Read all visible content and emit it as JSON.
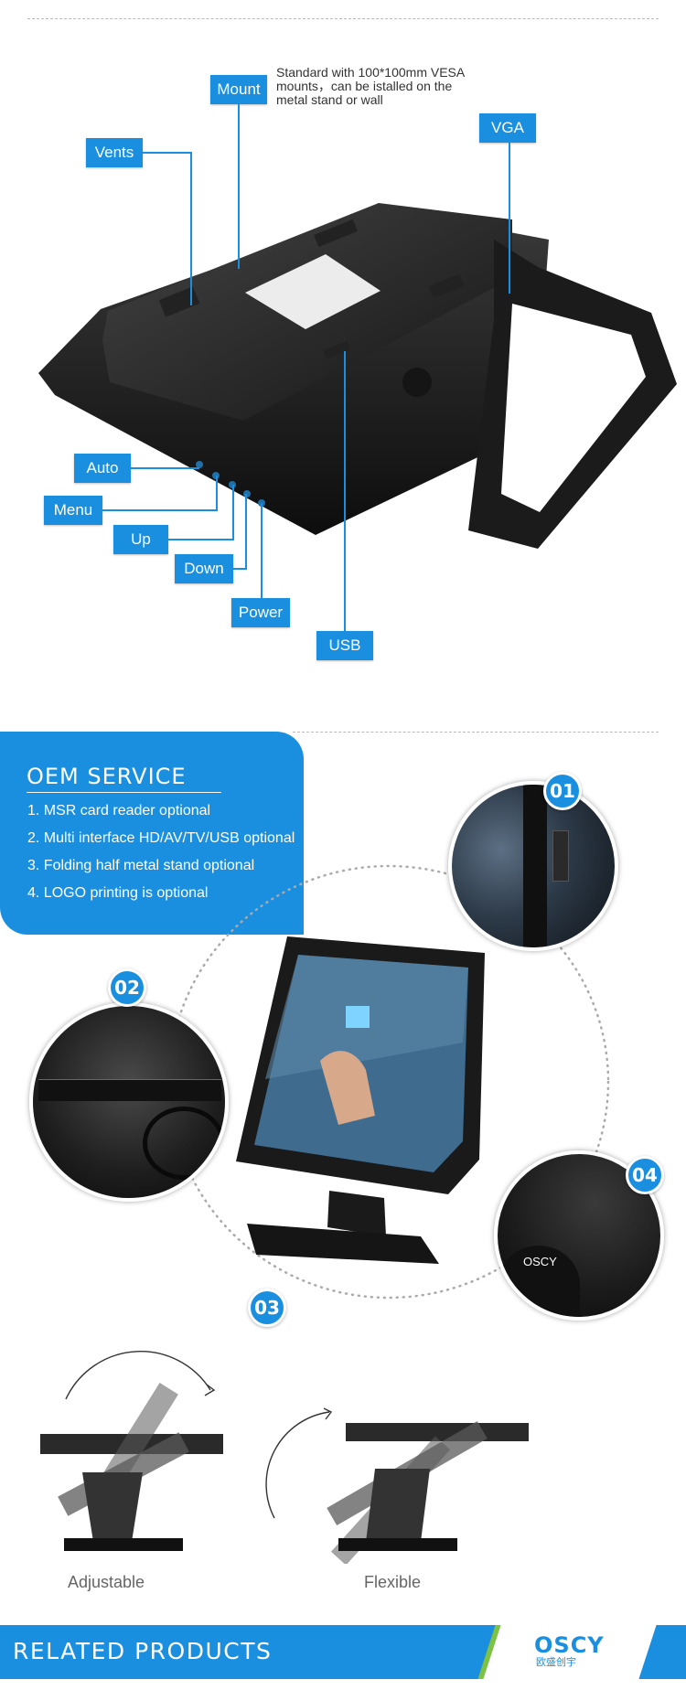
{
  "interfaces": {
    "mount": "Mount",
    "mount_note": "Standard with 100*100mm VESA mounts，can be istalled on the metal stand or wall",
    "vents": "Vents",
    "vga": "VGA",
    "auto": "Auto",
    "menu": "Menu",
    "up": "Up",
    "down": "Down",
    "power": "Power",
    "usb": "USB"
  },
  "oem": {
    "title": "OEM SERVICE",
    "items": [
      "1. MSR card reader optional",
      "2. Multi interface HD/AV/TV/USB optional",
      "3. Folding half metal stand optional",
      "4. LOGO printing is optional"
    ],
    "badges": [
      "01",
      "02",
      "03",
      "04"
    ],
    "brand_on_stand": "OSCY"
  },
  "captions": {
    "adjustable": "Adjustable",
    "flexible": "Flexible"
  },
  "footer": {
    "title": "RELATED PRODUCTS",
    "logo": "OSCY",
    "logo_sub": "欧盛创宇"
  },
  "colors": {
    "accent": "#1a8fdf",
    "green": "#7dc242"
  }
}
